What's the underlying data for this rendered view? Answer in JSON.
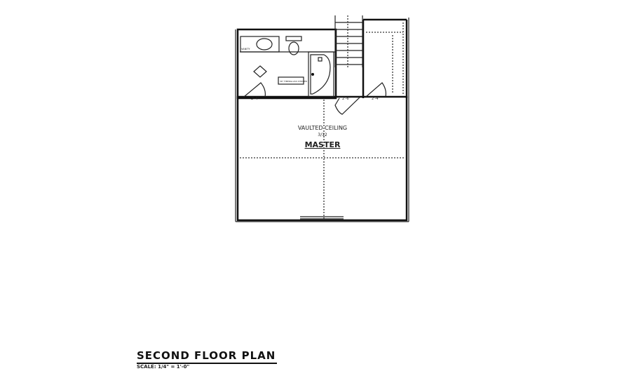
{
  "plan": {
    "title": "SECOND FLOOR PLAN",
    "scale": "SCALE: 1/4\" = 1'-0\"",
    "room_name": "MASTER",
    "ceiling_note": "VAULTED CEILING",
    "ceiling_pitch": "3/12",
    "vanity_label": "VANITY",
    "shower_label": "36\" FIBERGLASS SHOWER",
    "door_widths": [
      "2'-4\"",
      "2'-6\"",
      "2'-4\""
    ]
  }
}
